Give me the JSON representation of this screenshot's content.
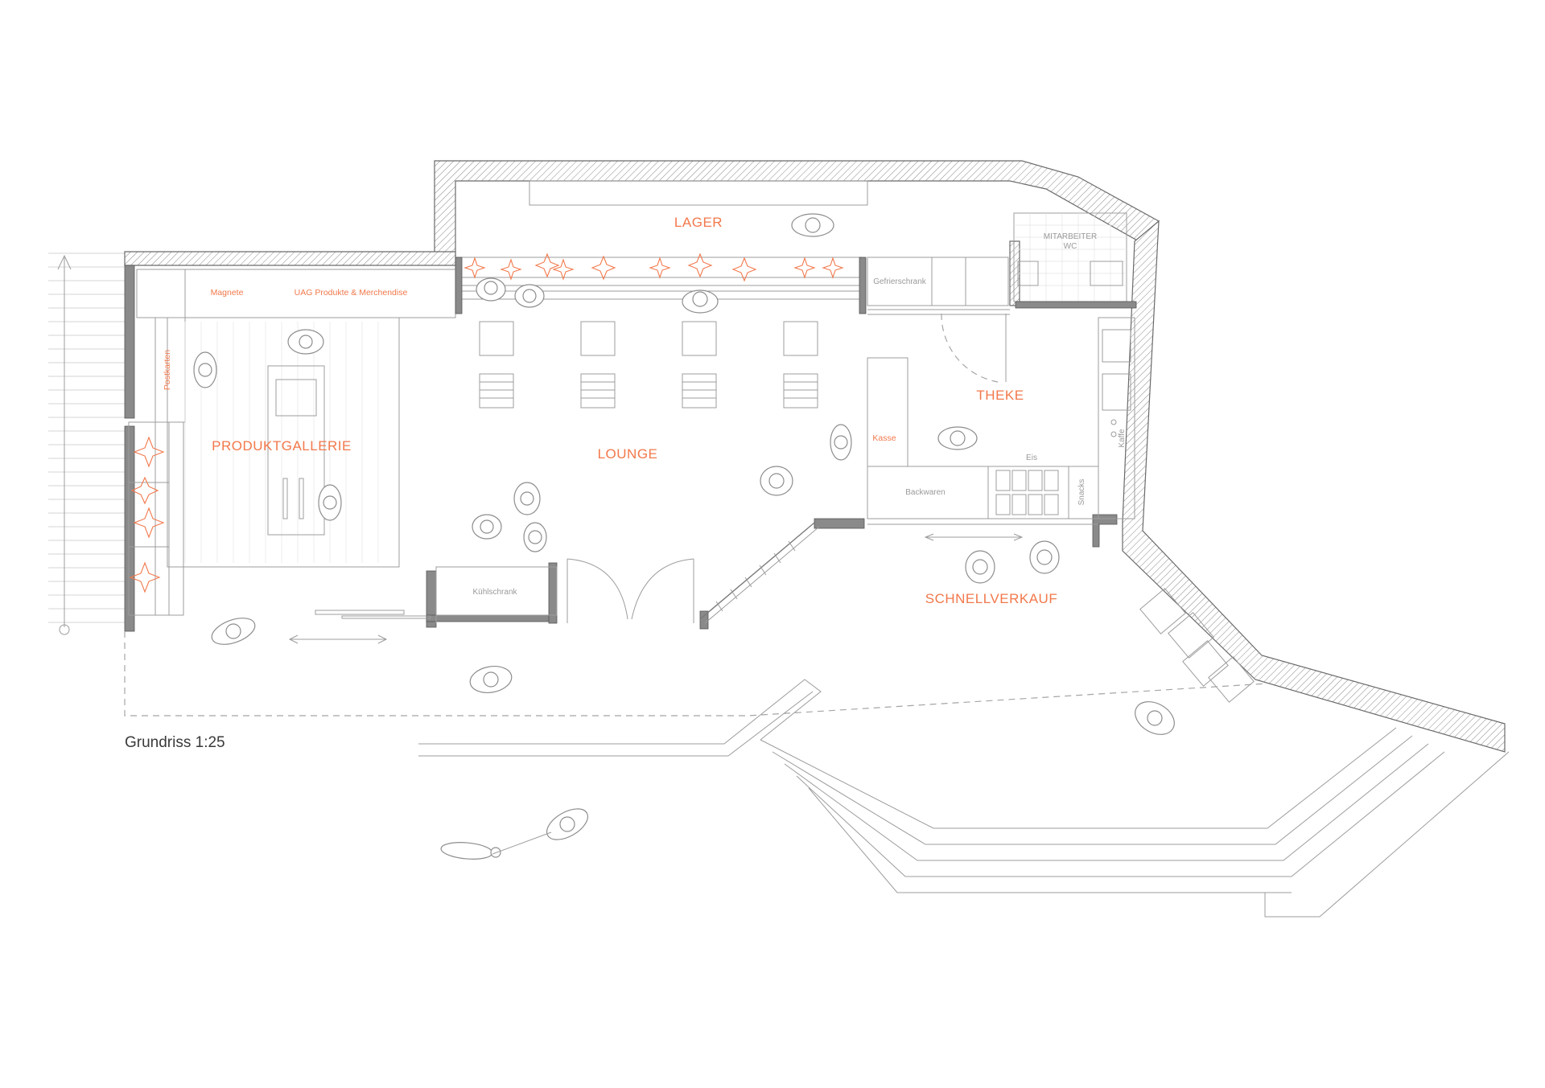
{
  "zones": {
    "lager": "LAGER",
    "produktgallerie": "PRODUKTGALLERIE",
    "lounge": "LOUNGE",
    "theke": "THEKE",
    "schnellverkauf": "SCHNELLVERKAUF"
  },
  "fixtures": {
    "magnete": "Magnete",
    "merch": "UAG Produkte & Merchendise",
    "postkarten": "Postkarten",
    "kasse": "Kasse",
    "gefrierschrank": "Gefrierschrank",
    "mitarbeiter_wc_line1": "MITARBEITER",
    "mitarbeiter_wc_line2": "WC",
    "kuehlschrank": "Kühlschrank",
    "backwaren": "Backwaren",
    "eis": "Eis",
    "snacks": "Snacks",
    "kaffe": "Kaffe"
  },
  "caption": "Grundriss 1:25",
  "colors": {
    "accent": "#f2784b",
    "line": "#9c9c9c",
    "wall_hatch": "#7a7a7a",
    "caption": "#3a3a3a"
  }
}
